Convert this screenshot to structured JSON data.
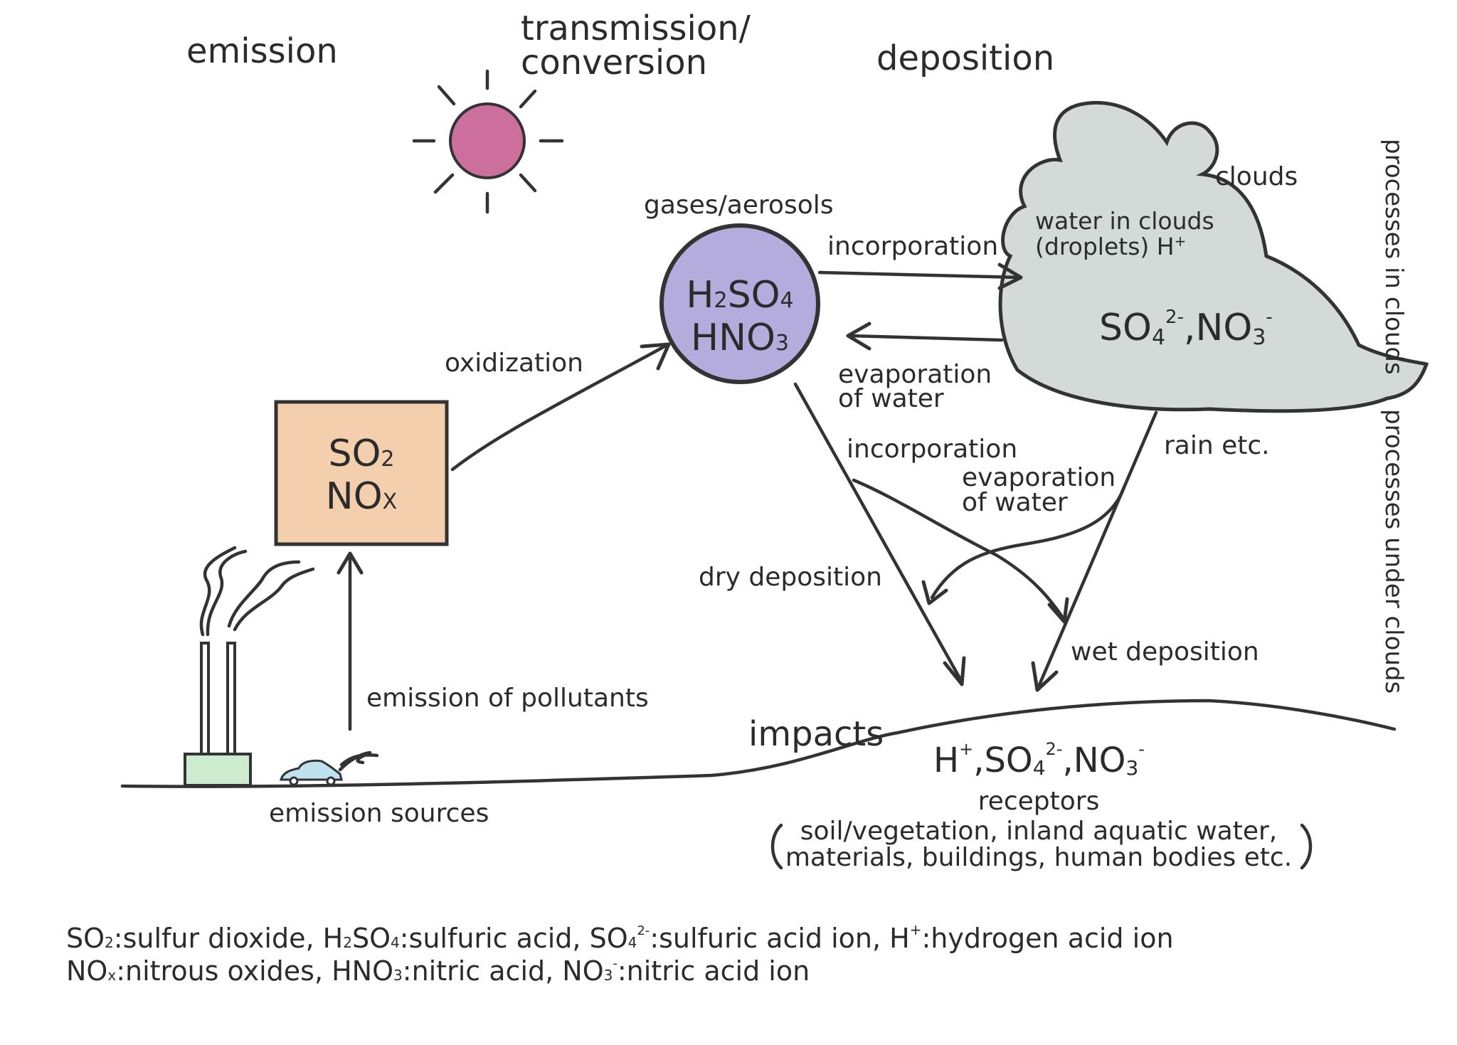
{
  "stages": {
    "emission": "emission",
    "transmission_line1": "transmission/",
    "transmission_line2": "conversion",
    "deposition": "deposition"
  },
  "boxes": {
    "source_line1": "SO",
    "source_line1_sub": "2",
    "source_line2": "NO",
    "source_line2_sub": "X",
    "acid_line1_a": "H",
    "acid_line1_a_sub": "2",
    "acid_line1_b": "SO",
    "acid_line1_b_sub": "4",
    "acid_line2_a": "HNO",
    "acid_line2_a_sub": "3",
    "cloud_ions_a": "SO",
    "cloud_ions_a_sub": "4",
    "cloud_ions_a_sup": "2-",
    "cloud_ions_b": ",NO",
    "cloud_ions_b_sub": "3",
    "cloud_ions_b_sup": "-"
  },
  "labels": {
    "gases_aerosols": "gases/aerosols",
    "clouds": "clouds",
    "water_in_clouds": "water in clouds",
    "droplets": "(droplets) H",
    "droplets_sup": "+",
    "incorporation_top": "incorporation",
    "evaporation_top_1": "evaporation",
    "evaporation_top_2": "of water",
    "oxidization": "oxidization",
    "incorporation_mid": "incorporation",
    "evaporation_mid_1": "evaporation",
    "evaporation_mid_2": "of water",
    "rain": "rain etc.",
    "dry_deposition": "dry deposition",
    "wet_deposition": "wet deposition",
    "emission_of_pollutants": "emission of pollutants",
    "emission_sources": "emission sources",
    "impacts": "impacts",
    "impacts_ions": {
      "h": "H",
      "h_sup": "+",
      "so": ",SO",
      "so_sub": "4",
      "so_sup": "2-",
      "no": ",NO",
      "no_sub": "3",
      "no_sup": "-"
    },
    "receptors": "receptors",
    "receptors_list_1": "soil/vegetation, inland aquatic water,",
    "receptors_list_2": "materials, buildings, human bodies etc.",
    "processes_in_clouds": "processes in clouds",
    "processes_under_clouds": "processes under clouds"
  },
  "legend": {
    "line1": {
      "a": "SO",
      "a_sub": "2",
      "a_rest": ":sulfur dioxide, H",
      "b_sub": "2",
      "b": "SO",
      "b_sub2": "4",
      "b_rest": ":sulfuric acid, SO",
      "c_sub": "4",
      "c_sup": "2-",
      "c_rest": ":sulfuric acid ion, H",
      "d_sup": "+",
      "d_rest": ":hydrogen acid ion"
    },
    "line2": {
      "a": "NO",
      "a_sub": "x",
      "a_rest": ":nitrous oxides, HNO",
      "b_sub": "3",
      "b_rest": ":nitric acid, NO",
      "c_sub": "3",
      "c_sup": "-",
      "c_rest": ":nitric acid ion"
    }
  },
  "colors": {
    "sun": "#cc6f9c",
    "acid_circle": "#b3acdc",
    "source_box": "#f3cfae",
    "cloud": "#d3dad8",
    "factory": "#cdeccf",
    "car": "#bfe3ee",
    "ink": "#333333"
  }
}
